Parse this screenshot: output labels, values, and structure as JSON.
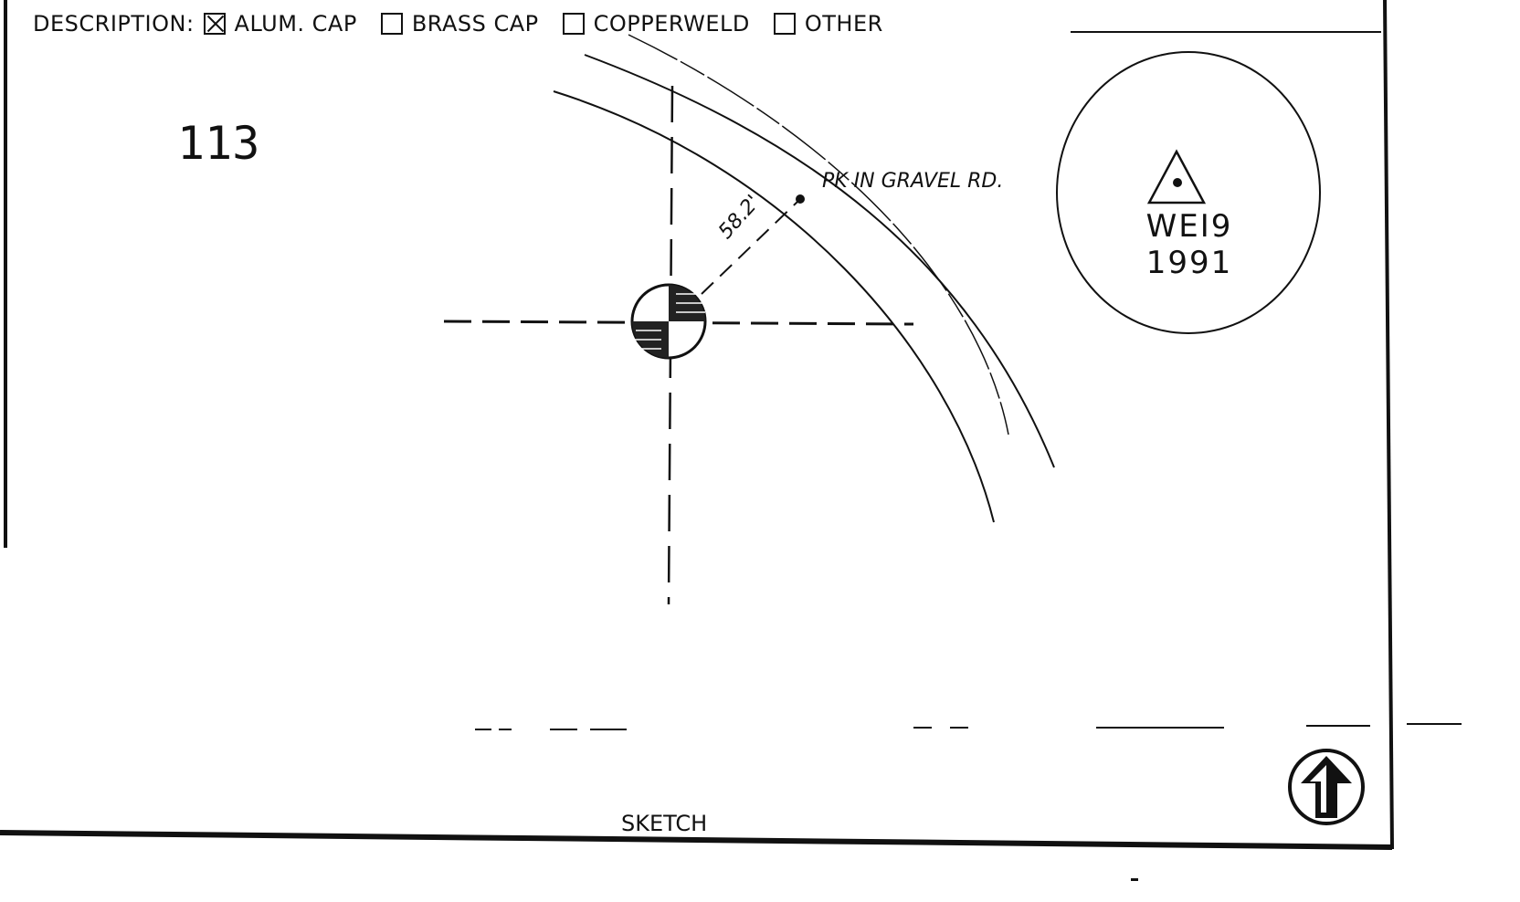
{
  "description": {
    "label": "DESCRIPTION:",
    "options": [
      {
        "label": "ALUM. CAP",
        "checked": true
      },
      {
        "label": "BRASS CAP",
        "checked": false
      },
      {
        "label": "COPPERWELD",
        "checked": false
      },
      {
        "label": "OTHER",
        "checked": false
      }
    ]
  },
  "stamp_number": "113",
  "sketch": {
    "label": "SKETCH",
    "road_label": "PK IN GRAVEL RD.",
    "distance_label": "58.2'"
  },
  "cap_stamp": {
    "line1": "WEI9",
    "line2": "1991"
  },
  "icons": {
    "north_arrow": "north-arrow-icon",
    "monument": "monument-symbol-icon",
    "triangle": "triangle-mark-icon"
  }
}
